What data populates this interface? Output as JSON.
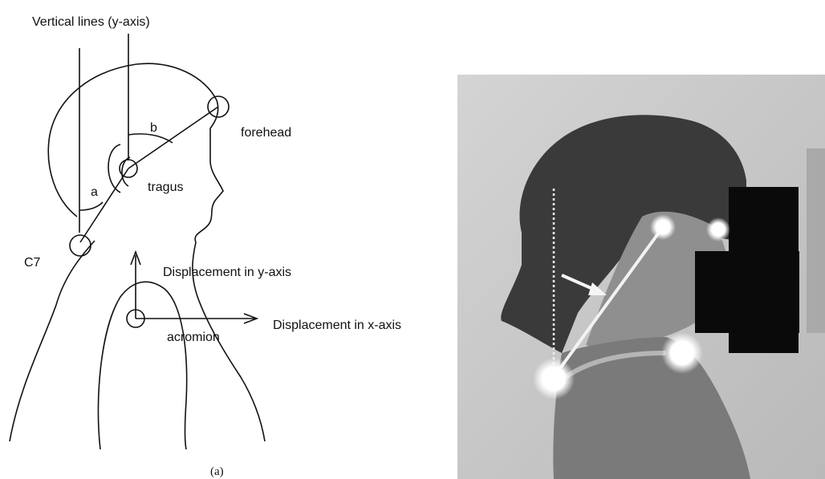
{
  "labels": {
    "vertical_lines": "Vertical lines (y-axis)",
    "forehead": "forehead",
    "angle_b": "b",
    "angle_a": "a",
    "tragus": "tragus",
    "c7": "C7",
    "displacement_y": "Displacement in y-axis",
    "displacement_x": "Displacement in x-axis",
    "acromion": "acromion",
    "caption_a": "(a)"
  },
  "colors": {
    "line": "#111111",
    "photo_background": "#c9c9c9",
    "marker": "#ffffff",
    "occlusion_block": "#0a0a0a"
  }
}
